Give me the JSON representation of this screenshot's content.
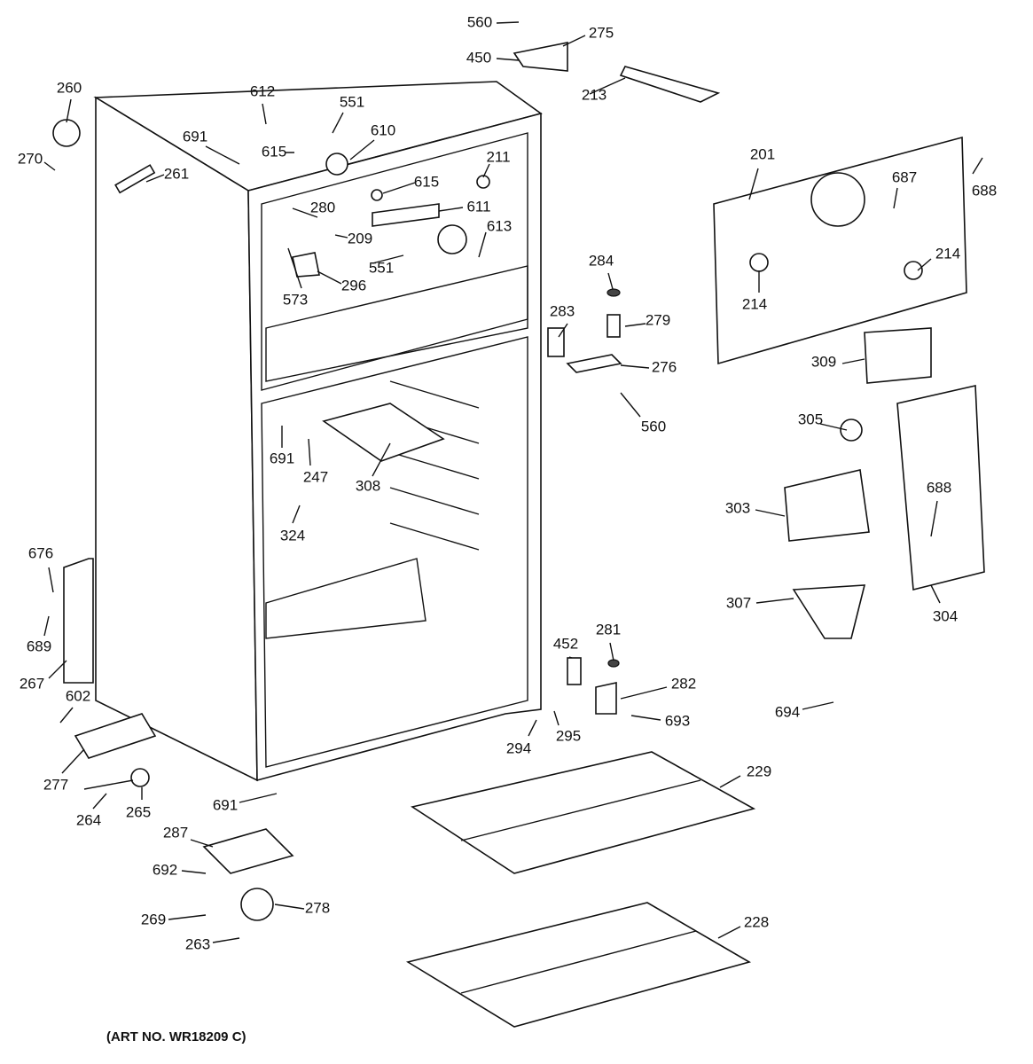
{
  "art_number": "(ART NO. WR18209 C)",
  "callouts": [
    "560",
    "275",
    "450",
    "213",
    "260",
    "270",
    "261",
    "612",
    "551",
    "691",
    "615",
    "610",
    "211",
    "615",
    "611",
    "280",
    "209",
    "613",
    "573",
    "296",
    "551",
    "201",
    "687",
    "688",
    "214",
    "214",
    "284",
    "283",
    "279",
    "276",
    "560",
    "309",
    "305",
    "691",
    "247",
    "308",
    "324",
    "303",
    "688",
    "307",
    "304",
    "676",
    "689",
    "267",
    "602",
    "452",
    "281",
    "282",
    "693",
    "295",
    "294",
    "694",
    "277",
    "229",
    "691",
    "264",
    "265",
    "287",
    "692",
    "278",
    "228",
    "269",
    "263"
  ]
}
